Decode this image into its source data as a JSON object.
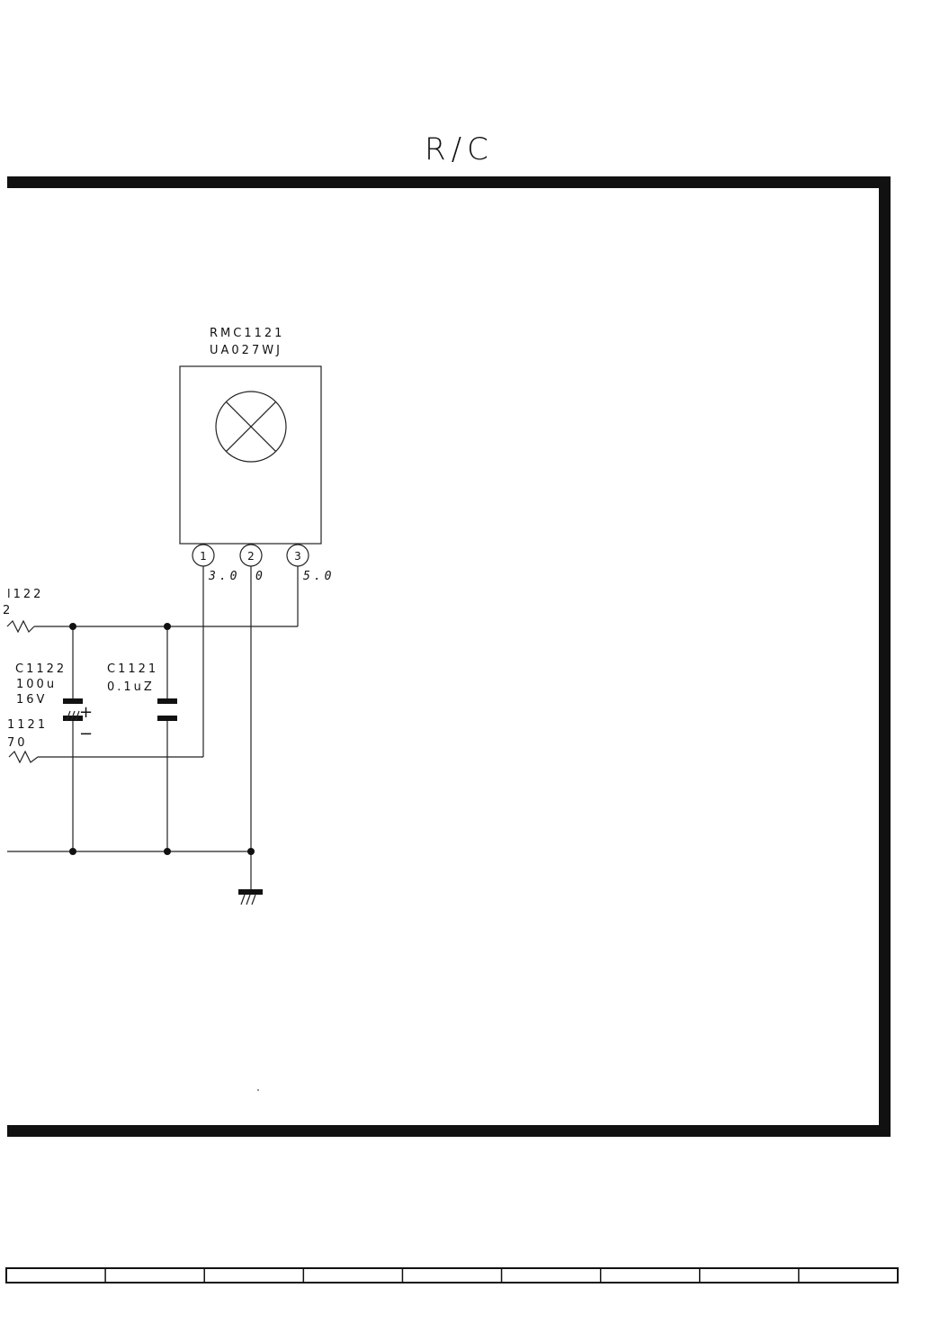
{
  "sheet": {
    "title": "R/C"
  },
  "components": {
    "sensor": {
      "ref": "RMC1121",
      "part": "UA027WJ",
      "type": "remote-control receiver"
    },
    "pins": [
      {
        "num": "1",
        "voltage": "3.0"
      },
      {
        "num": "2",
        "voltage": "0"
      },
      {
        "num": "3",
        "voltage": "5.0"
      }
    ],
    "r_top": {
      "ref": "l122",
      "value": "2"
    },
    "r_bottom": {
      "ref": "1121",
      "value": "70"
    },
    "c1122": {
      "ref": "C1122",
      "value": "100u",
      "rating": "16V",
      "plus": "+",
      "minus": "−"
    },
    "c1121": {
      "ref": "C1121",
      "value": "0.1uZ"
    }
  },
  "colors": {
    "ink": "#111111",
    "paper": "#ffffff"
  },
  "footer": {
    "cell_count": 9
  }
}
